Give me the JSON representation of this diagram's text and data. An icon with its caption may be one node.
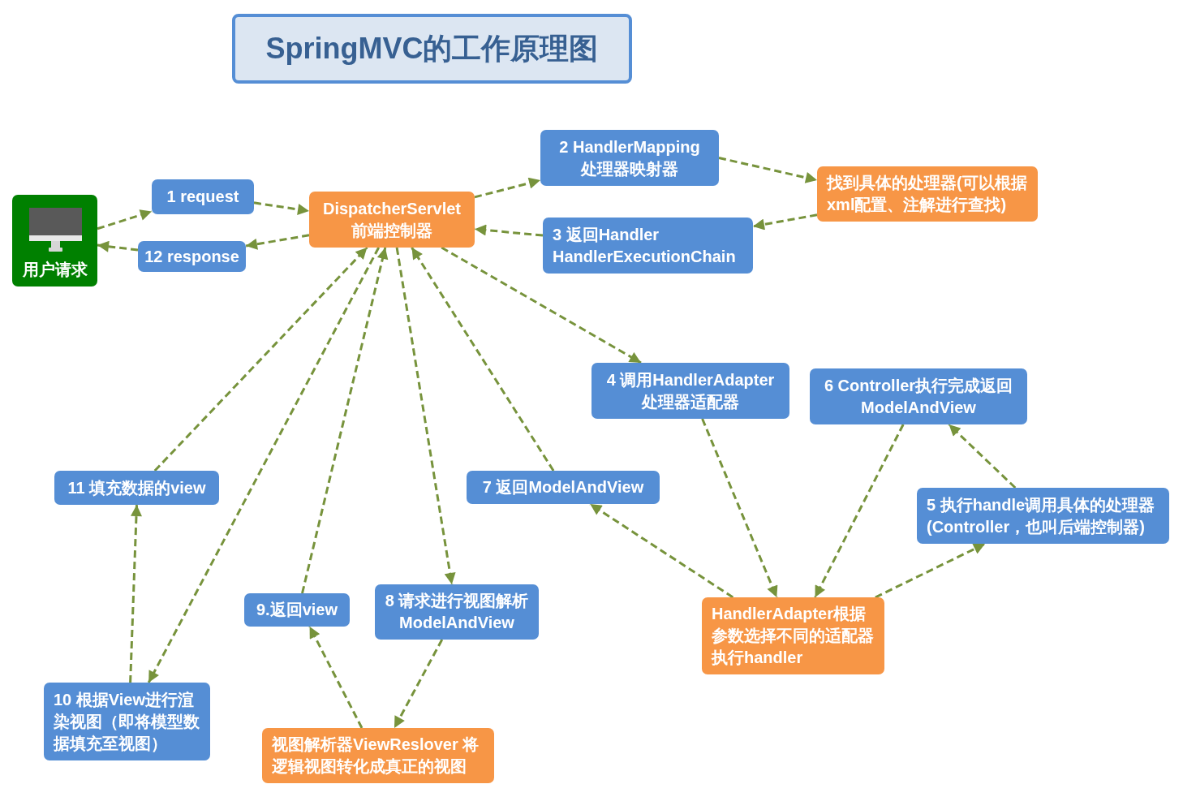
{
  "diagram": {
    "title": "SpringMVC的工作原理图",
    "nodes": [
      {
        "text": [
          "用户请求"
        ]
      },
      {
        "text": [
          "1 request"
        ]
      },
      {
        "text": [
          "12 response"
        ]
      },
      {
        "text": [
          "DispatcherServlet",
          "前端控制器"
        ]
      },
      {
        "text": [
          "2 HandlerMapping",
          "处理器映射器"
        ]
      },
      {
        "text": [
          "找到具体的处理器(可以根据xml配置、注解进行查找)"
        ]
      },
      {
        "text": [
          "3 返回Handler HandlerExecutionChain"
        ]
      },
      {
        "text": [
          "4 调用HandlerAdapter",
          "处理器适配器"
        ]
      },
      {
        "text": [
          "6 Controller执行完成返回 ModelAndView"
        ]
      },
      {
        "text": [
          "11 填充数据的view"
        ]
      },
      {
        "text": [
          "7 返回ModelAndView"
        ]
      },
      {
        "text": [
          "5 执行handle调用具体的处理器(Controller，也叫后端控制器)"
        ]
      },
      {
        "text": [
          "9.返回view"
        ]
      },
      {
        "text": [
          "8 请求进行视图解析 ModelAndView"
        ]
      },
      {
        "text": [
          "HandlerAdapter根据参数选择不同的适配器执行handler"
        ]
      },
      {
        "text": [
          "视图解析器ViewReslover 将逻辑视图转化成真正的视图"
        ]
      },
      {
        "text": [
          "10 根据View进行渲染视图（即将模型数据填充至视图）"
        ]
      }
    ],
    "edges": [
      {
        "from": 0,
        "to": 1,
        "arrow": "to",
        "style": "dashed"
      },
      {
        "from": 1,
        "to": 3,
        "arrow": "to",
        "style": "dashed"
      },
      {
        "from": 3,
        "to": 2,
        "arrow": "to",
        "style": "dashed"
      },
      {
        "from": 2,
        "to": 0,
        "arrow": "to",
        "style": "dashed"
      },
      {
        "from": 3,
        "to": 4,
        "arrow": "to",
        "style": "dashed"
      },
      {
        "from": 4,
        "to": 5,
        "arrow": "to",
        "style": "dashed"
      },
      {
        "from": 5,
        "to": 6,
        "arrow": "to",
        "style": "dashed"
      },
      {
        "from": 6,
        "to": 3,
        "arrow": "to",
        "style": "dashed"
      },
      {
        "from": 3,
        "to": 7,
        "arrow": "to",
        "style": "dashed"
      },
      {
        "from": 7,
        "to": 14,
        "arrow": "to",
        "style": "dashed"
      },
      {
        "from": 14,
        "to": 11,
        "arrow": "to",
        "style": "dashed"
      },
      {
        "from": 11,
        "to": 8,
        "arrow": "to",
        "style": "dashed"
      },
      {
        "from": 8,
        "to": 14,
        "arrow": "to",
        "style": "dashed"
      },
      {
        "from": 14,
        "to": 10,
        "arrow": "to",
        "style": "dashed"
      },
      {
        "from": 10,
        "to": 3,
        "arrow": "to",
        "style": "dashed"
      },
      {
        "from": 3,
        "to": 13,
        "arrow": "to",
        "style": "dashed"
      },
      {
        "from": 13,
        "to": 15,
        "arrow": "to",
        "style": "dashed"
      },
      {
        "from": 15,
        "to": 12,
        "arrow": "to",
        "style": "dashed"
      },
      {
        "from": 12,
        "to": 3,
        "arrow": "to",
        "style": "dashed"
      },
      {
        "from": 3,
        "to": 16,
        "arrow": "to",
        "style": "dashed"
      },
      {
        "from": 16,
        "to": 9,
        "arrow": "to",
        "style": "dashed"
      },
      {
        "from": 9,
        "to": 3,
        "arrow": "to",
        "style": "dashed"
      }
    ]
  }
}
